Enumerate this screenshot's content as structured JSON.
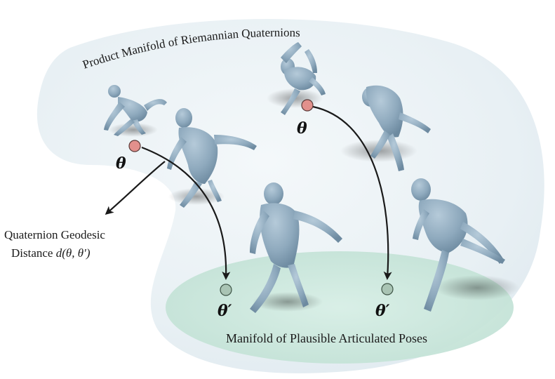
{
  "outer_manifold_label": "Product Manifold of Riemannian Quaternions",
  "inner_manifold_label": "Manifold of Plausible Articulated Poses",
  "distance_label": {
    "line1": "Quaternion Geodesic",
    "line2_prefix": "Distance ",
    "line2_math": "d(θ, θ′)"
  },
  "symbols": {
    "theta": "θ",
    "theta_prime": "θ′"
  },
  "colors": {
    "outer_manifold_fill": "#e9f1f5",
    "inner_manifold_fill": "#cfe9df",
    "theta_point": "#e2908c",
    "theta_prime_point": "#a9c4b4",
    "figure_skin": "#8ea9bd",
    "arrow": "#1a1a1a"
  },
  "figures": [
    {
      "name": "figure-crouching-left",
      "pose": "crouching"
    },
    {
      "name": "figure-leaning-left",
      "pose": "leaning"
    },
    {
      "name": "figure-tumbling-top",
      "pose": "tumbling"
    },
    {
      "name": "figure-bending-top-right",
      "pose": "bending"
    },
    {
      "name": "figure-standing-center",
      "pose": "standing"
    },
    {
      "name": "figure-leg-raised-right",
      "pose": "leg-raised"
    }
  ]
}
